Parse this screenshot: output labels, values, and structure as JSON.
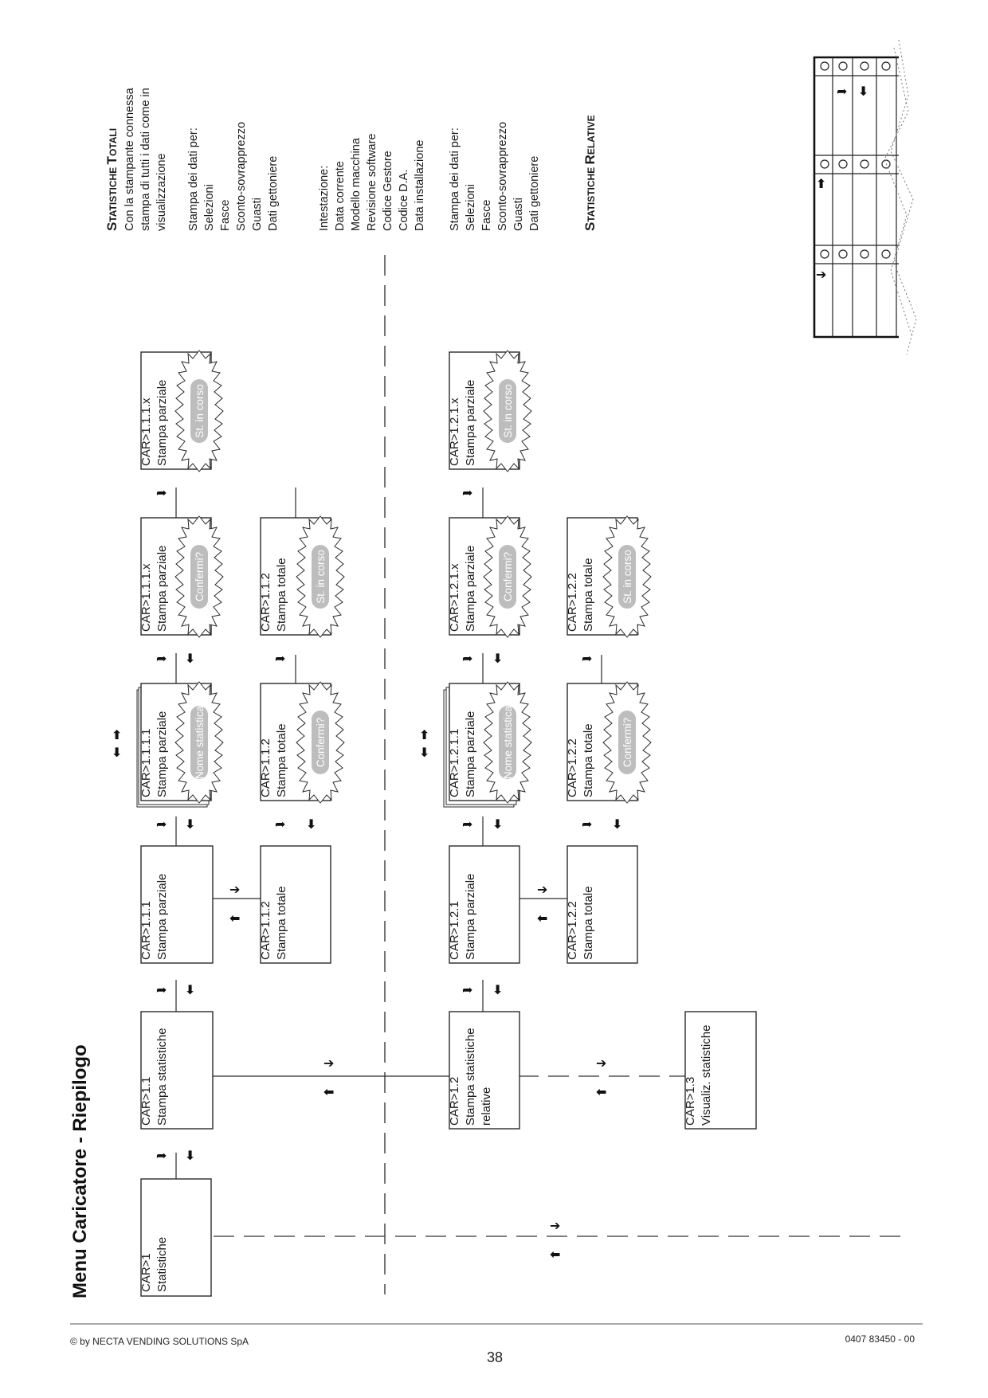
{
  "title": "Menu  Caricatore - Riepilogo",
  "boxes": {
    "car1": {
      "code": "CAR>1",
      "label": "Statistiche"
    },
    "car11": {
      "code": "CAR>1.1",
      "label": "Stampa statistiche"
    },
    "car111": {
      "code": "CAR>1.1.1",
      "label": "Stampa parziale"
    },
    "car1111": {
      "code": "CAR>1.1.1.1",
      "label": "Stampa parziale",
      "popup": "Nome statistica"
    },
    "car111x": {
      "code": "CAR>1.1.1.x",
      "label": "Stampa parziale",
      "popup": "Confermi?"
    },
    "car111xb": {
      "code": "CAR>1.1.1.x",
      "label": "Stampa parziale",
      "popup": "St. in corso"
    },
    "car112": {
      "code": "CAR>1.1.2",
      "label": "Stampa totale"
    },
    "car112b": {
      "code": "CAR>1.1.2",
      "label": "Stampa totale",
      "popup": "Confermi?"
    },
    "car112c": {
      "code": "CAR>1.1.2",
      "label": "Stampa totale",
      "popup": "St. in corso"
    },
    "car12": {
      "code": "CAR>1.2",
      "label": "Stampa statistiche",
      "label2": "relative"
    },
    "car121": {
      "code": "CAR>1.2.1",
      "label": "Stampa parziale"
    },
    "car1211": {
      "code": "CAR>1.2.1.1",
      "label": "Stampa parziale",
      "popup": "Nome statistica"
    },
    "car121x": {
      "code": "CAR>1.2.1.x",
      "label": "Stampa parziale",
      "popup": "Confermi?"
    },
    "car121xb": {
      "code": "CAR>1.2.1.x",
      "label": "Stampa parziale",
      "popup": "St. in corso"
    },
    "car122": {
      "code": "CAR>1.2.2",
      "label": "Stampa totale"
    },
    "car122b": {
      "code": "CAR>1.2.2",
      "label": "Stampa totale",
      "popup": "Confermi?"
    },
    "car122c": {
      "code": "CAR>1.2.2",
      "label": "Stampa totale",
      "popup": "St. in corso"
    },
    "car13": {
      "code": "CAR>1.3",
      "label": "Visualiz. statistiche"
    }
  },
  "notes": {
    "totali_heading_a": "S",
    "totali_heading_b": "TATISTICHE ",
    "totali_heading_c": "T",
    "totali_heading_d": "OTALI",
    "totali_lines": [
      "Con la stampante connessa",
      "stampa di tutti i dati come in",
      "visualizzazione"
    ],
    "stampa_lines": [
      "Stampa dei dati per:",
      "Selezioni",
      "Fasce",
      "Sconto-sovrapprezzo",
      "Guasti",
      "Dati gettoniere"
    ],
    "intest_lines": [
      "Intestazione:",
      "Data  corrente",
      "Modello macchina",
      "Revisione software",
      "Codice Gestore",
      "Codice D.A.",
      "Data installazione"
    ],
    "stampa2_lines": [
      "Stampa dei dati per:",
      "Selezioni",
      "Fasce",
      "Sconto-sovrapprezzo",
      "Guasti",
      "Dati gettoniere"
    ],
    "relative_heading_a": "S",
    "relative_heading_b": "TATISTICHE ",
    "relative_heading_c": "R",
    "relative_heading_d": "ELATIVE"
  },
  "footer": {
    "copyright": "© by NECTA VENDING SOLUTIONS SpA",
    "page": "38",
    "code": "0407 83450 - 00"
  },
  "icons": {
    "arrow_up": "up-arrow-icon",
    "arrow_down": "down-arrow-icon",
    "arrow_right": "right-arrow-icon",
    "arrow_left": "left-arrow-icon",
    "keypad": "keypad-icon"
  }
}
